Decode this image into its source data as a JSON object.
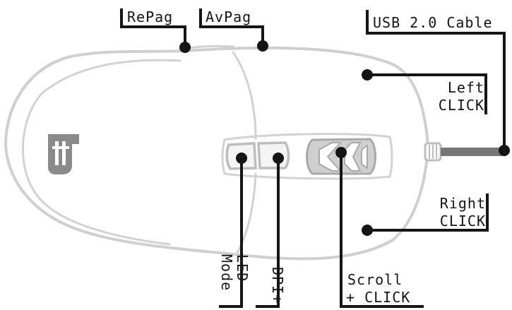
{
  "labels": {
    "repag": "RePag",
    "avpag": "AvPag",
    "usb_cable": "USB 2.0 Cable",
    "left_click_line1": "Left",
    "left_click_line2": "CLICK",
    "right_click_line1": "Right",
    "right_click_line2": "CLICK",
    "led_mode_line1": "LED",
    "led_mode_line2": "Mode",
    "dpi_plus": "DPI+",
    "scroll_line1": "Scroll",
    "scroll_line2": "+ CLICK"
  },
  "logo": {
    "text": "TT",
    "color": "#8a8a8a"
  },
  "colors": {
    "outline": "#cfcfcf",
    "leader": "#151515",
    "cable": "#777777"
  }
}
